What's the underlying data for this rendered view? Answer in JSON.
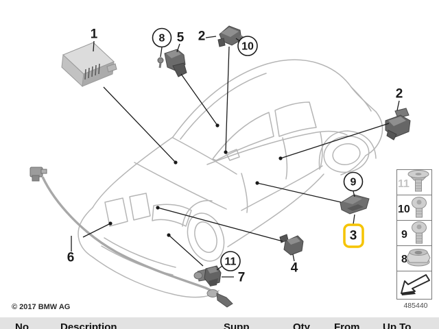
{
  "copyright": "© 2017 BMW AG",
  "legend": {
    "diagram_number": "485440",
    "rows": [
      {
        "number": "11",
        "icon": "flat-head-screw-icon",
        "dimmed": true
      },
      {
        "number": "10",
        "icon": "button-head-screw-icon",
        "dimmed": false
      },
      {
        "number": "9",
        "icon": "pan-head-screw-icon",
        "dimmed": false
      },
      {
        "number": "8",
        "icon": "flange-nut-icon",
        "dimmed": false
      },
      {
        "number": "",
        "icon": "direction-arrow-icon",
        "dimmed": false
      }
    ]
  },
  "callouts": [
    {
      "id": "1",
      "style": "plain",
      "part": "control-unit"
    },
    {
      "id": "8",
      "style": "circled",
      "part": "screw-front-sensor"
    },
    {
      "id": "5",
      "style": "plain",
      "part": "front-sensor-bracket"
    },
    {
      "id": "2",
      "style": "plain",
      "part": "sensor-top"
    },
    {
      "id": "10",
      "style": "circled",
      "part": "screw-sensor-top"
    },
    {
      "id": "2",
      "style": "plain",
      "part": "sensor-right"
    },
    {
      "id": "9",
      "style": "circled",
      "part": "screw-door-sensor"
    },
    {
      "id": "3",
      "style": "highlighted",
      "part": "door-pressure-sensor"
    },
    {
      "id": "4",
      "style": "plain",
      "part": "sensor-sill"
    },
    {
      "id": "11",
      "style": "circled",
      "part": "screw-front-impact-sensor"
    },
    {
      "id": "7",
      "style": "plain",
      "part": "front-impact-sensor"
    },
    {
      "id": "6",
      "style": "plain",
      "part": "impact-wire"
    }
  ],
  "colors": {
    "highlight": "#F5C400",
    "car_outline": "#b5b5b5",
    "callout": "#1a1a1a",
    "header_bg": "#e2e2e2"
  },
  "table": {
    "columns": [
      "No",
      "Description",
      "Supp",
      "Qty",
      "From",
      "Up To"
    ]
  }
}
